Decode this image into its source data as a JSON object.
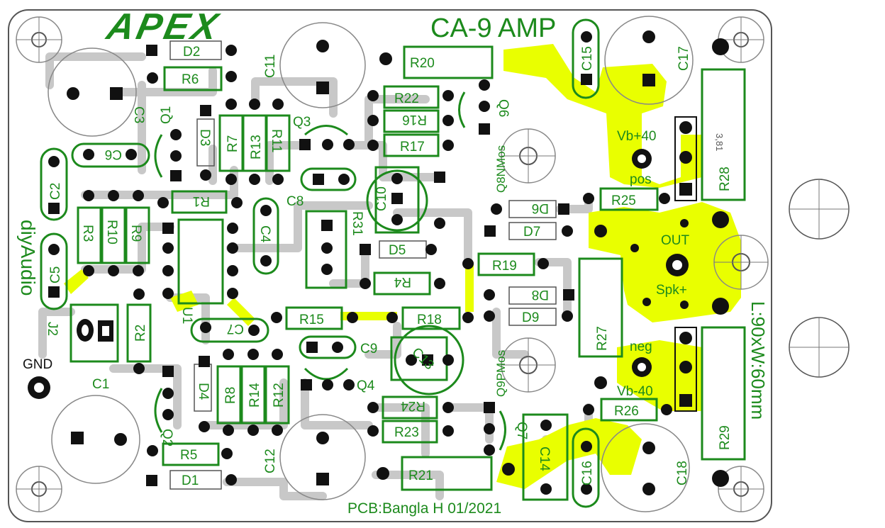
{
  "board": {
    "brand": "APEX",
    "title": "CA-9 AMP",
    "credit_left": "diyAudio",
    "credit_bottom": "PCB:Bangla H 01/2021",
    "dimensions": "L:90xW:60mm",
    "dim_note": "3,81"
  },
  "terminals": {
    "vb_pos": "Vb+40",
    "pos": "pos",
    "out": "OUT",
    "spk": "Spk+",
    "neg": "neg",
    "vb_neg": "Vb-40",
    "gnd": "GND"
  },
  "labels": {
    "D2": "D2",
    "R6": "R6",
    "C11": "C11",
    "R20": "R20",
    "C15": "C15",
    "C17": "C17",
    "C3": "C3",
    "Q1": "Q1",
    "D3": "D3",
    "R7": "R7",
    "R13": "R13",
    "R11": "R11",
    "Q3": "Q3",
    "R22": "R22",
    "R16": "R16",
    "R17": "R17",
    "Q6": "Q6",
    "Q8NMos": "Q8NMos",
    "R28": "R28",
    "C6": "C6",
    "C2": "C2",
    "R1": "R1",
    "C8": "C8",
    "C10": "C10",
    "R31": "R31",
    "D6": "D6",
    "R25": "R25",
    "R3": "R3",
    "R10": "R10",
    "R9": "R9",
    "C4": "C4",
    "D7": "D7",
    "D5": "D5",
    "C5": "C5",
    "R19": "R19",
    "R4": "R4",
    "D8": "D8",
    "U1": "U1",
    "R27": "R27",
    "R15": "R15",
    "R18": "R18",
    "D9": "D9",
    "J2": "J2",
    "R2": "R2",
    "C7": "C7",
    "C9": "C9",
    "C13": "C13",
    "Q9PMos": "Q9PMos",
    "C1": "C1",
    "D4": "D4",
    "R8": "R8",
    "R14": "R14",
    "R12": "R12",
    "Q4": "Q4",
    "R24": "R24",
    "R26": "R26",
    "Q2": "Q2",
    "R23": "R23",
    "Q7": "Q7",
    "C14": "C14",
    "C16": "C16",
    "R29": "R29",
    "R5": "R5",
    "C12": "C12",
    "R21": "R21",
    "C18": "C18",
    "D1": "D1"
  },
  "colors": {
    "silkscreen": "#1c8a1c",
    "copper_highlight": "#e9ff00",
    "trace": "#c8c8c8",
    "pad": "#111111"
  }
}
